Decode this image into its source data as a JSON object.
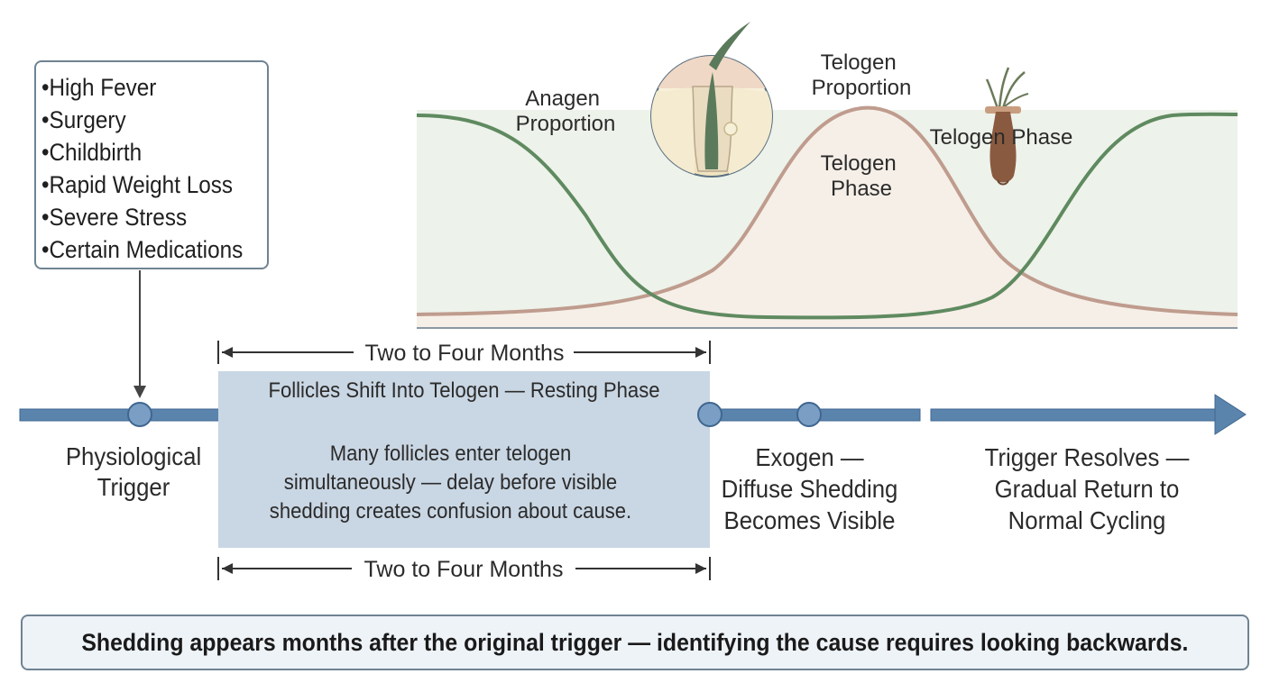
{
  "trigger_list": {
    "items": [
      "•High Fever",
      "•Surgery",
      "•Childbirth",
      "•Rapid Weight Loss",
      "•Severe Stress",
      "•Certain Medications"
    ]
  },
  "curve_labels": {
    "anagen": [
      "Anagen",
      "Proportion"
    ],
    "telogen_proportion": [
      "Telogen",
      "Proportion"
    ],
    "telogen_phase_inner": [
      "Telogen",
      "Phase"
    ],
    "telogen_phase_right": "Telogen Phase"
  },
  "duration": {
    "top": "Two to Four Months",
    "bottom": "Two to Four Months"
  },
  "shift_box": {
    "heading": "Follicles Shift Into Telogen — Resting Phase",
    "body": [
      "Many follicles enter telogen",
      "simultaneously — delay before visible",
      "shedding creates confusion about cause."
    ]
  },
  "timeline": {
    "trigger": [
      "Physiological",
      "Trigger"
    ],
    "exogen": [
      "Exogen —",
      "Diffuse Shedding",
      "Becomes Visible"
    ],
    "resolve": [
      "Trigger Resolves —",
      "Gradual Return to",
      "Normal Cycling"
    ]
  },
  "summary": "Shedding appears months after the original trigger — identifying the cause requires looking backwards.",
  "colors": {
    "anagen_curve": "#5f8a60",
    "telogen_curve": "#bf9c8e",
    "timeline": "#5b84ad",
    "node": "#7b9fc4",
    "shift_box": "#c9d6e3",
    "chart_background": "#edf2ea",
    "telogen_fill": "#f6efe7"
  }
}
